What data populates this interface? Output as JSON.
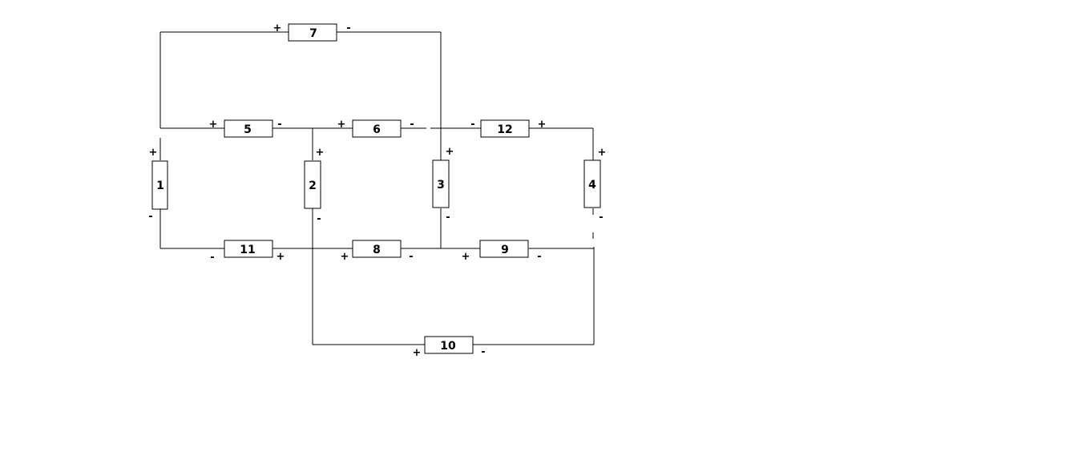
{
  "elements": [
    {
      "id": "7",
      "label": "7",
      "plus": "+",
      "minus": "-"
    },
    {
      "id": "5",
      "label": "5",
      "plus": "+",
      "minus": "-"
    },
    {
      "id": "6",
      "label": "6",
      "plus": "+",
      "minus": "-"
    },
    {
      "id": "12",
      "label": "12",
      "plus": "+",
      "minus": "-"
    },
    {
      "id": "1",
      "label": "1",
      "plus": "+",
      "minus": "-"
    },
    {
      "id": "2",
      "label": "2",
      "plus": "+",
      "minus": "-"
    },
    {
      "id": "3",
      "label": "3",
      "plus": "+",
      "minus": "-"
    },
    {
      "id": "4",
      "label": "4",
      "plus": "+",
      "minus": "-"
    },
    {
      "id": "11",
      "label": "11",
      "plus": "+",
      "minus": "-"
    },
    {
      "id": "8",
      "label": "8",
      "plus": "+",
      "minus": "-"
    },
    {
      "id": "9",
      "label": "9",
      "plus": "+",
      "minus": "-"
    },
    {
      "id": "10",
      "label": "10",
      "plus": "+",
      "minus": "-"
    }
  ]
}
